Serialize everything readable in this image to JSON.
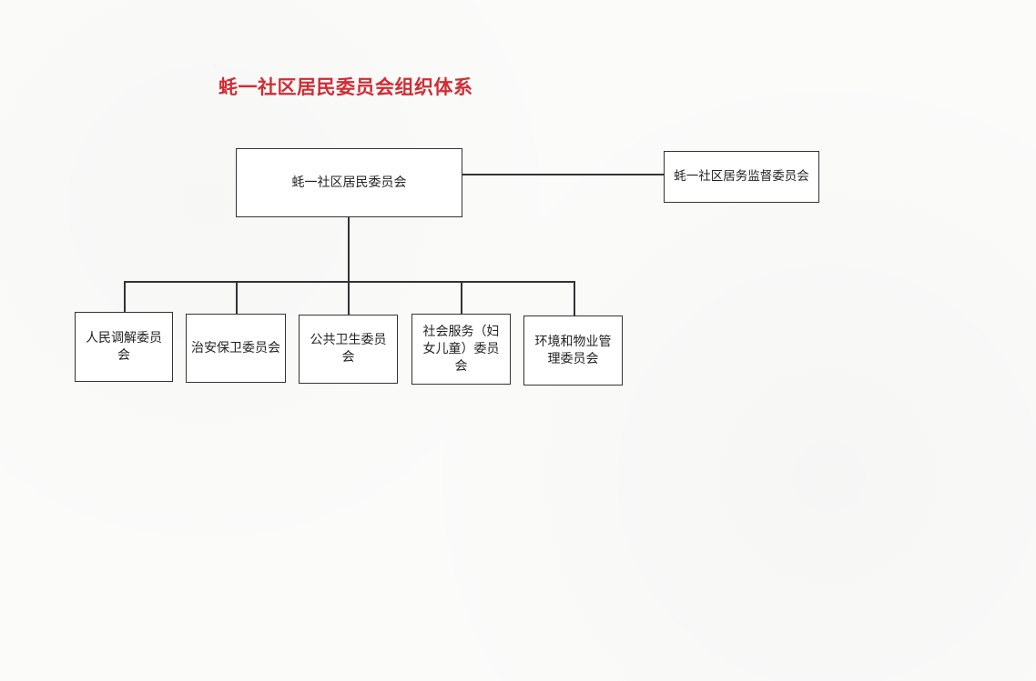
{
  "title": "蚝一社区居民委员会组织体系",
  "colors": {
    "title": "#d12c34",
    "lines": "#333333"
  },
  "root": {
    "label": "蚝一社区居民委员会"
  },
  "supervisor": {
    "label": "蚝一社区居务监督委员会"
  },
  "committees": [
    {
      "label": "人民调解委员会"
    },
    {
      "label": "治安保卫委员会"
    },
    {
      "label": "公共卫生委员会"
    },
    {
      "label": "社会服务（妇女儿童）委员会"
    },
    {
      "label": "环境和物业管理委员会"
    }
  ]
}
